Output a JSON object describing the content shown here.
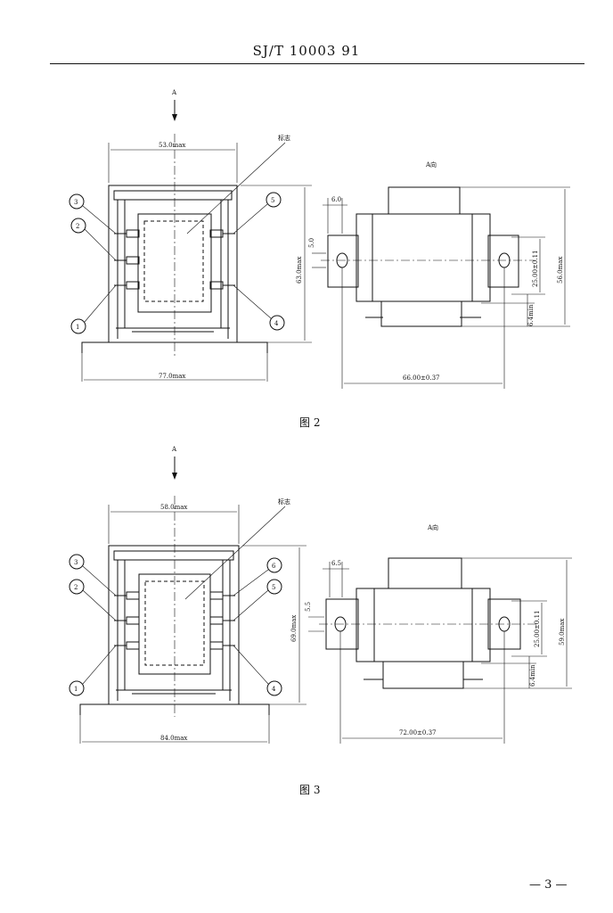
{
  "header": {
    "doc_code": "SJ/T 10003 91"
  },
  "fig2": {
    "arrow_label": "A",
    "mark_label": "标志",
    "top_dim": "53.0max",
    "height_dim": "63.0max",
    "bottom_dim": "77.0max",
    "pins": [
      "3",
      "2",
      "1",
      "5",
      "4"
    ],
    "view_title": "A向",
    "dim_slot_w": "6.0",
    "dim_slot_h": "5.0",
    "dim_hole": "25.00±0.11",
    "dim_total_h": "56.0max",
    "dim_min": "6.4min",
    "dim_width": "66.00±0.37",
    "caption": "图 2"
  },
  "fig3": {
    "arrow_label": "A",
    "mark_label": "标志",
    "top_dim": "58.0max",
    "height_dim": "69.0max",
    "bottom_dim": "84.0max",
    "pins": [
      "3",
      "2",
      "1",
      "6",
      "5",
      "4"
    ],
    "view_title": "A向",
    "dim_slot_w": "6.5",
    "dim_slot_h": "5.5",
    "dim_hole": "25.00±0.11",
    "dim_total_h": "59.0max",
    "dim_min": "6.4min",
    "dim_width": "72.00±0.37",
    "caption": "图 3"
  },
  "footer": {
    "page": "— 3 —"
  }
}
